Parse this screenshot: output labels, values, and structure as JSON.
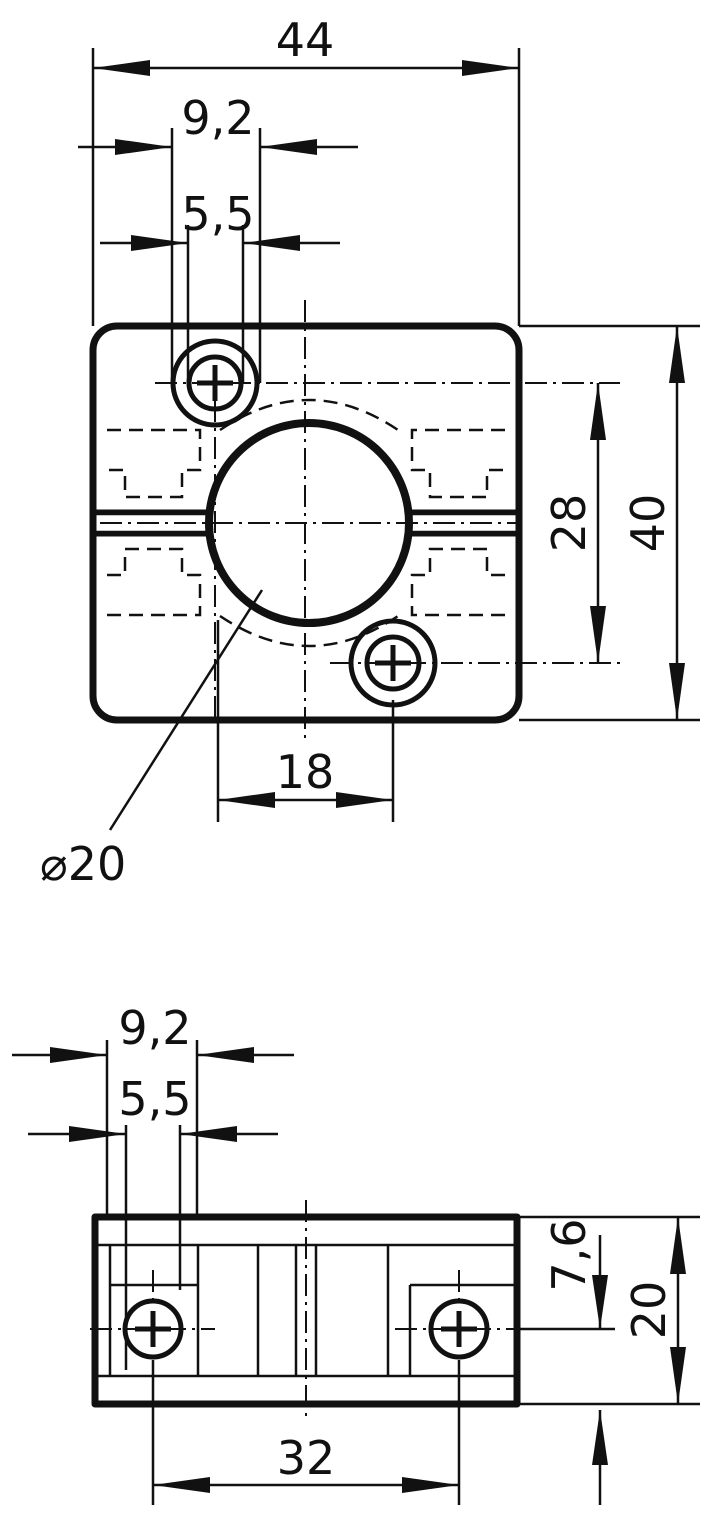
{
  "top_view": {
    "dim_width": "44",
    "dim_bore_9_2": "9,2",
    "dim_hole_5_5": "5,5",
    "dim_height_28": "28",
    "dim_height_40": "40",
    "dim_offset_18": "18",
    "dim_diameter": "⌀20"
  },
  "side_view": {
    "dim_bore_9_2": "9,2",
    "dim_hole_5_5": "5,5",
    "dim_depth_7_6": "7,6",
    "dim_height_20": "20",
    "dim_spacing_32": "32"
  }
}
